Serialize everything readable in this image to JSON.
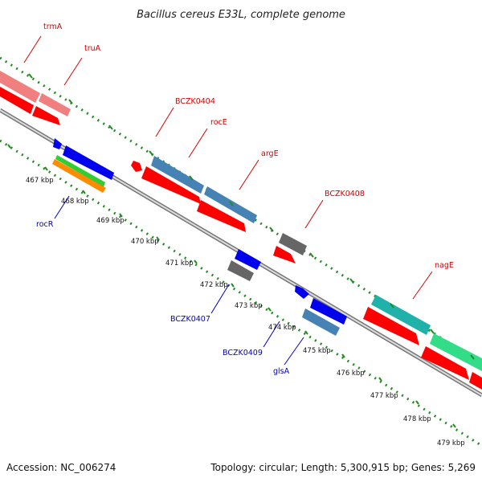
{
  "title": "Bacillus cereus E33L, complete genome",
  "footer": {
    "accession": "Accession: NC_006274",
    "summary": "Topology: circular; Length: 5,300,915 bp; Genes: 5,269"
  },
  "ticks": [
    "467 kbp",
    "468 kbp",
    "469 kbp",
    "470 kbp",
    "471 kbp",
    "472 kbp",
    "473 kbp",
    "474 kbp",
    "475 kbp",
    "476 kbp",
    "477 kbp",
    "478 kbp",
    "479 kbp"
  ],
  "genes_top": [
    "trmA",
    "truA",
    "BCZK0404",
    "rocE",
    "argE",
    "BCZK0408",
    "nagE"
  ],
  "genes_bottom": [
    "rocR",
    "BCZK0407",
    "BCZK0409",
    "glsA"
  ],
  "colors": {
    "forward_red": "#ff0000",
    "pink": "#f08080",
    "steel_blue": "#4682b4",
    "gray": "#666666",
    "cyan": "#20b2aa",
    "green": "#33dd88",
    "blue": "#0000ee",
    "orange": "#ff8c00",
    "dotted_green": "#228b22"
  }
}
